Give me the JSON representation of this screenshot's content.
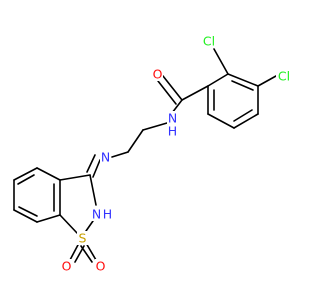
{
  "molecule": {
    "colors": {
      "bond": "#000000",
      "N": "#3333ff",
      "O": "#ff0d0d",
      "Cl": "#1ff01f",
      "S": "#c8a000"
    },
    "labels": {
      "cl_ortho": "Cl",
      "cl_para": "Cl",
      "o_carbonyl": "O",
      "n_amide": "N",
      "h_amide": "H",
      "n_imine": "N",
      "n_ring": "N",
      "h_ring": "H",
      "s_ring": "S",
      "o_sulfonyl_left": "O",
      "o_sulfonyl_right": "O"
    }
  }
}
